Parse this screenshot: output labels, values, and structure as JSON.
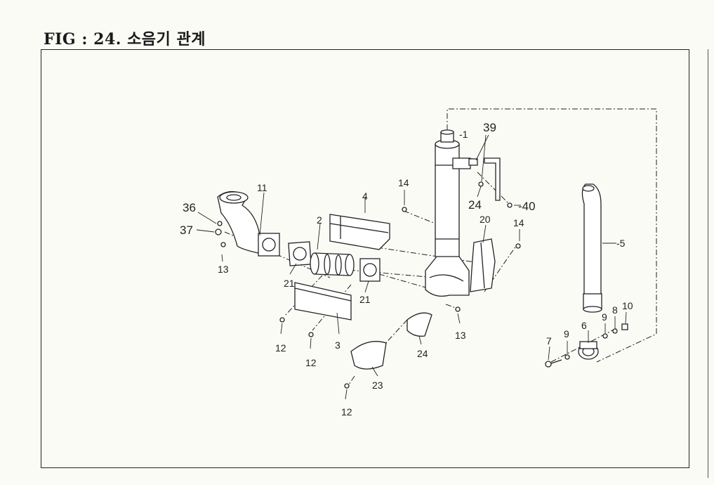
{
  "figure": {
    "title": "FIG : 24. 소음기 관계"
  },
  "labels": {
    "p1": "-1",
    "p39": "39",
    "p14a": "14",
    "p14b": "14",
    "p4": "4",
    "p11": "11",
    "p36": "36",
    "p37": "37",
    "p13a": "13",
    "p2": "2",
    "p20": "20",
    "p24a": "24",
    "p40": "-40",
    "p5": "-5",
    "p21a": "21",
    "p21b": "21",
    "p3": "3",
    "p12a": "12",
    "p12b": "12",
    "p12c": "12",
    "p23": "23",
    "p24b": "24",
    "p13b": "13",
    "p7": "7",
    "p9a": "9",
    "p6": "6",
    "p9b": "9",
    "p8": "8",
    "p10": "10"
  }
}
